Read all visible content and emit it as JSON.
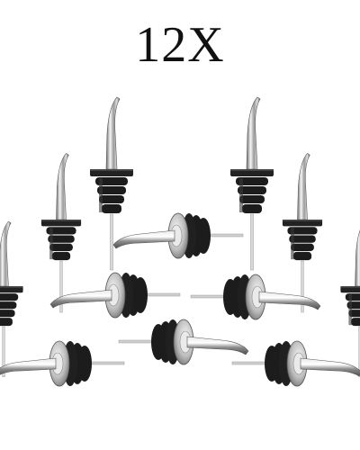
{
  "image": {
    "title": "12X",
    "subject": "pourer",
    "count": 12,
    "colors": {
      "background": "#ffffff",
      "text": "#111111",
      "rubber": "#1c1c1c",
      "metal_light": "#f4f4f4",
      "metal_dark": "#5a5a5a"
    }
  }
}
